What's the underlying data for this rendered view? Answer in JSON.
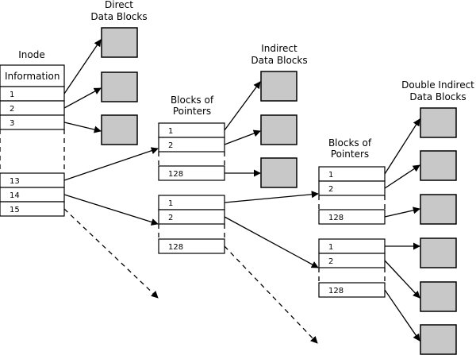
{
  "labels": {
    "direct_line1": "Direct",
    "direct_line2": "Data Blocks",
    "inode": "Inode",
    "information": "Information",
    "bop1_line1": "Blocks of",
    "bop1_line2": "Pointers",
    "indirect_line1": "Indirect",
    "indirect_line2": "Data Blocks",
    "bop2_line1": "Blocks of",
    "bop2_line2": "Pointers",
    "double_line1": "Double Indirect",
    "double_line2": "Data Blocks"
  },
  "inode": {
    "entries": [
      "1",
      "2",
      "3",
      "13",
      "14",
      "15"
    ]
  },
  "pointer_blocks": {
    "bop_a": [
      "1",
      "2",
      "128"
    ],
    "bop_b": [
      "1",
      "2",
      "128"
    ],
    "bop_c": [
      "1",
      "2",
      "128"
    ],
    "bop_d": [
      "1",
      "2",
      "128"
    ]
  }
}
